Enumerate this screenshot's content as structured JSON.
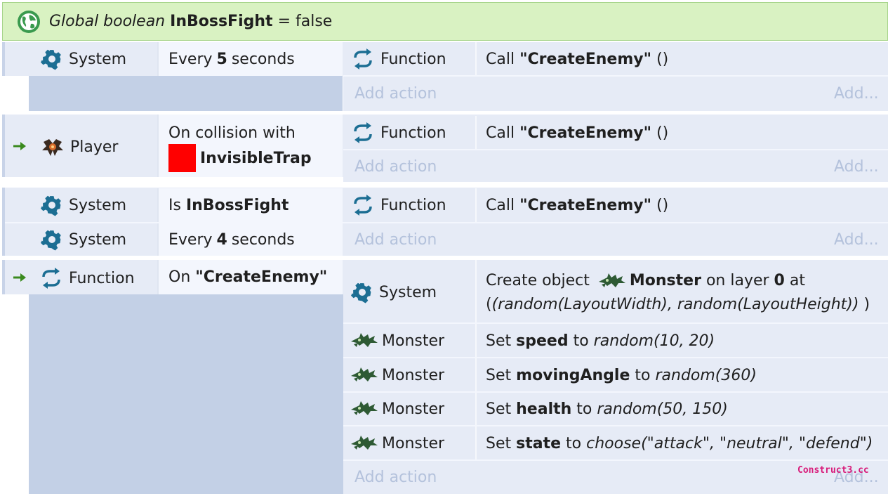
{
  "global_var": {
    "prefix": "Global boolean",
    "name": "InBossFight",
    "eq": "=",
    "value": "false"
  },
  "events": [
    {
      "conditions": [
        {
          "object": "System",
          "text_pre": "Every ",
          "text_bold": "5",
          "text_post": " seconds"
        }
      ],
      "actions": [
        {
          "object": "Function",
          "text_pre": "Call ",
          "text_bold": "\"CreateEnemy\"",
          "text_post": " ()"
        }
      ]
    },
    {
      "conditions": [
        {
          "object": "Player",
          "text_line1": "On collision with",
          "text_bold": "InvisibleTrap"
        }
      ],
      "actions": [
        {
          "object": "Function",
          "text_pre": "Call ",
          "text_bold": "\"CreateEnemy\"",
          "text_post": " ()"
        }
      ]
    },
    {
      "conditions": [
        {
          "object": "System",
          "text_pre": "Is ",
          "text_bold": "InBossFight"
        },
        {
          "object": "System",
          "text_pre": "Every ",
          "text_bold": "4",
          "text_post": " seconds"
        }
      ],
      "actions": [
        {
          "object": "Function",
          "text_pre": "Call ",
          "text_bold": "\"CreateEnemy\"",
          "text_post": " ()"
        }
      ]
    },
    {
      "conditions": [
        {
          "object": "Function",
          "text_pre": "On ",
          "text_bold": "\"CreateEnemy\""
        }
      ],
      "actions": [
        {
          "object": "System",
          "line1_pre": "Create object ",
          "line1_bold": "Monster",
          "line1_mid": " on layer ",
          "line1_bold2": "0",
          "line1_post": " at",
          "line2": "(random(LayoutWidth), random(LayoutHeight))"
        },
        {
          "object": "Monster",
          "text_pre": "Set ",
          "text_bold": "speed",
          "text_mid": " to ",
          "text_italic": "random(10, 20)"
        },
        {
          "object": "Monster",
          "text_pre": "Set ",
          "text_bold": "movingAngle",
          "text_mid": " to ",
          "text_italic": "random(360)"
        },
        {
          "object": "Monster",
          "text_pre": "Set ",
          "text_bold": "health",
          "text_mid": " to ",
          "text_italic": "random(50, 150)"
        },
        {
          "object": "Monster",
          "text_pre": "Set ",
          "text_bold": "state",
          "text_mid": " to ",
          "text_italic": "choose(\"attack\", \"neutral\", \"defend\")"
        }
      ]
    }
  ],
  "add_action_label": "Add action",
  "add_short_label": "Add...",
  "watermark": "Construct3.cc",
  "colors": {
    "global_bg": "#d9f2c2",
    "globe": "#3a9a4e",
    "gear": "#1c6e93",
    "function": "#1c6e93",
    "trigger_arrow": "#3a8a1e",
    "trap_red": "#ff0000"
  }
}
